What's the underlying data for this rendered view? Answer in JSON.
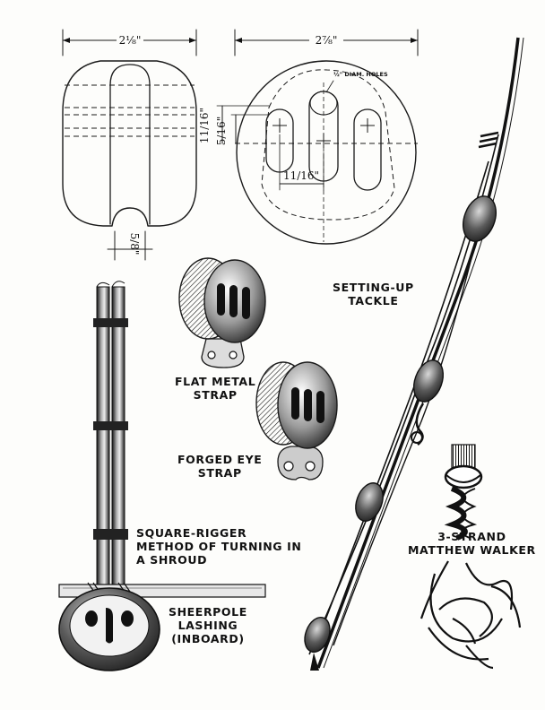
{
  "dimensions": {
    "strap_width": "2⅛\"",
    "disc_diameter": "2⅞\"",
    "holes_note": "½\" DIAM. HOLES",
    "vertical_outer": "11/16\"",
    "vertical_inner": "5/16\"",
    "hole_spacing": "11/16\"",
    "slot_width": "5/8\""
  },
  "labels": {
    "setting_up": [
      "SETTING-UP",
      "TACKLE"
    ],
    "flat_metal": [
      "FLAT METAL",
      "STRAP"
    ],
    "forged_eye": [
      "FORGED EYE",
      "STRAP"
    ],
    "square_rigger": [
      "SQUARE-RIGGER",
      "METHOD OF TURNING IN",
      "A SHROUD"
    ],
    "sheerpole": [
      "SHEERPOLE",
      "LASHING",
      "(INBOARD)"
    ],
    "matthew_walker": [
      "3-STRAND",
      "MATTHEW WALKER"
    ]
  }
}
